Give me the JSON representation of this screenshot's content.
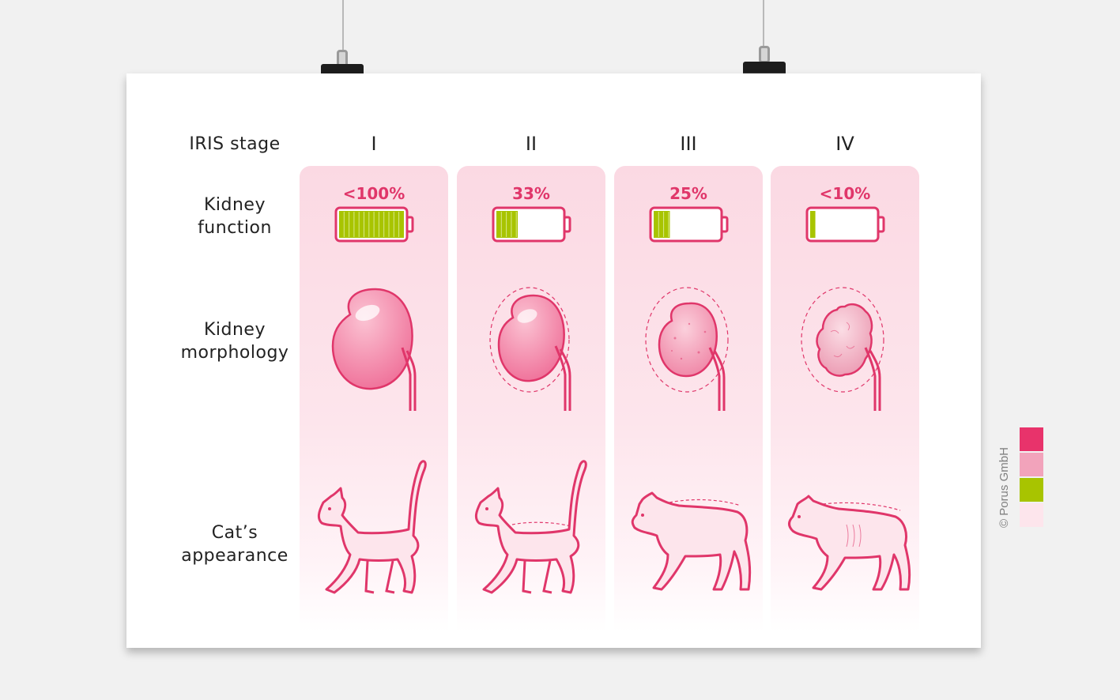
{
  "labels": {
    "iris_stage": "IRIS stage",
    "kidney_function_1": "Kidney",
    "kidney_function_2": "function",
    "kidney_morphology_1": "Kidney",
    "kidney_morphology_2": "morphology",
    "cat_appearance_1": "Cat’s",
    "cat_appearance_2": "appearance"
  },
  "stages": [
    {
      "name": "I",
      "percent": "<100%",
      "battery_fill": 1.0
    },
    {
      "name": "II",
      "percent": "33%",
      "battery_fill": 0.33
    },
    {
      "name": "III",
      "percent": "25%",
      "battery_fill": 0.25
    },
    {
      "name": "IV",
      "percent": "<10%",
      "battery_fill": 0.08
    }
  ],
  "copyright": "© Porus GmbH",
  "palette": [
    "#e8336b",
    "#f2a3bb",
    "#a8c400",
    "#fde5ec"
  ],
  "colors": {
    "accent": "#e0366a",
    "battery_green": "#a8c400"
  }
}
